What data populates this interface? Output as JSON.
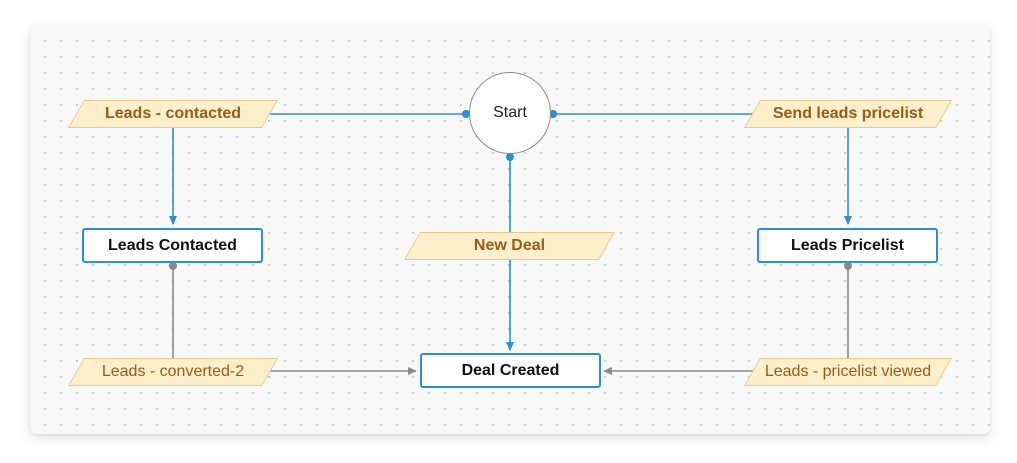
{
  "start": {
    "label": "Start"
  },
  "transitions": {
    "leads_contacted": "Leads - contacted",
    "send_leads_pricelist": "Send leads pricelist",
    "new_deal": "New Deal",
    "leads_converted_2": "Leads - converted-2",
    "leads_pricelist_viewed": "Leads - pricelist viewed"
  },
  "states": {
    "leads_contacted": "Leads Contacted",
    "leads_pricelist": "Leads Pricelist",
    "deal_created": "Deal Created"
  },
  "colors": {
    "blue_connector": "#2a8fd4",
    "grey_connector": "#8a8a8a",
    "transition_fill": "#fcefc9",
    "transition_text": "#9a5a18"
  }
}
